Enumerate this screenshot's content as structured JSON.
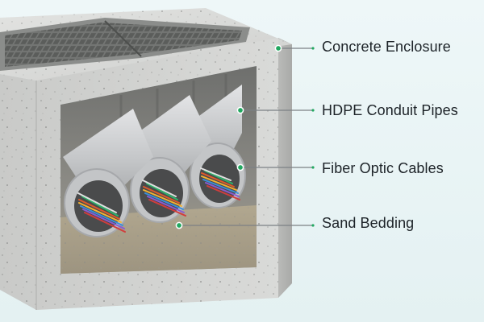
{
  "colors": {
    "background": "#e9f4f5",
    "concrete": "#cfd0ce",
    "pipe": "#c7c9cb",
    "leader_dot": "#22a860",
    "label_text": "#1d2328"
  },
  "icons": [
    "manhole-grate-icon"
  ],
  "labels": [
    {
      "text": "Concrete Enclosure"
    },
    {
      "text": "HDPE Conduit Pipes"
    },
    {
      "text": "Fiber Optic Cables"
    },
    {
      "text": "Sand Bedding"
    }
  ]
}
